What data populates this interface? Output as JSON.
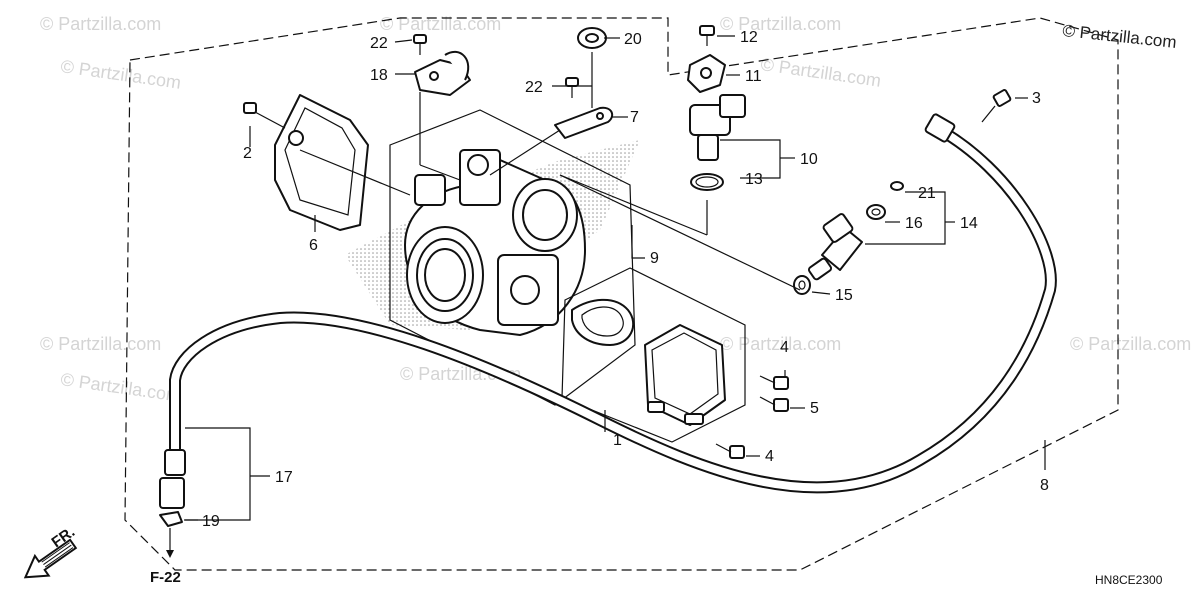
{
  "copyright": "© Partzilla.com",
  "watermark": "© Partzilla.com",
  "diagram_code": "HN8CE2300",
  "front_indicator": "FR.",
  "reference_label": "F-22",
  "callouts": {
    "c1": "1",
    "c2": "2",
    "c3": "3",
    "c4a": "4",
    "c4b": "4",
    "c5": "5",
    "c6": "6",
    "c7": "7",
    "c8": "8",
    "c9": "9",
    "c10": "10",
    "c11": "11",
    "c12": "12",
    "c13": "13",
    "c14": "14",
    "c15": "15",
    "c16": "16",
    "c17": "17",
    "c18": "18",
    "c19": "19",
    "c20": "20",
    "c21": "21",
    "c22a": "22",
    "c22b": "22"
  }
}
